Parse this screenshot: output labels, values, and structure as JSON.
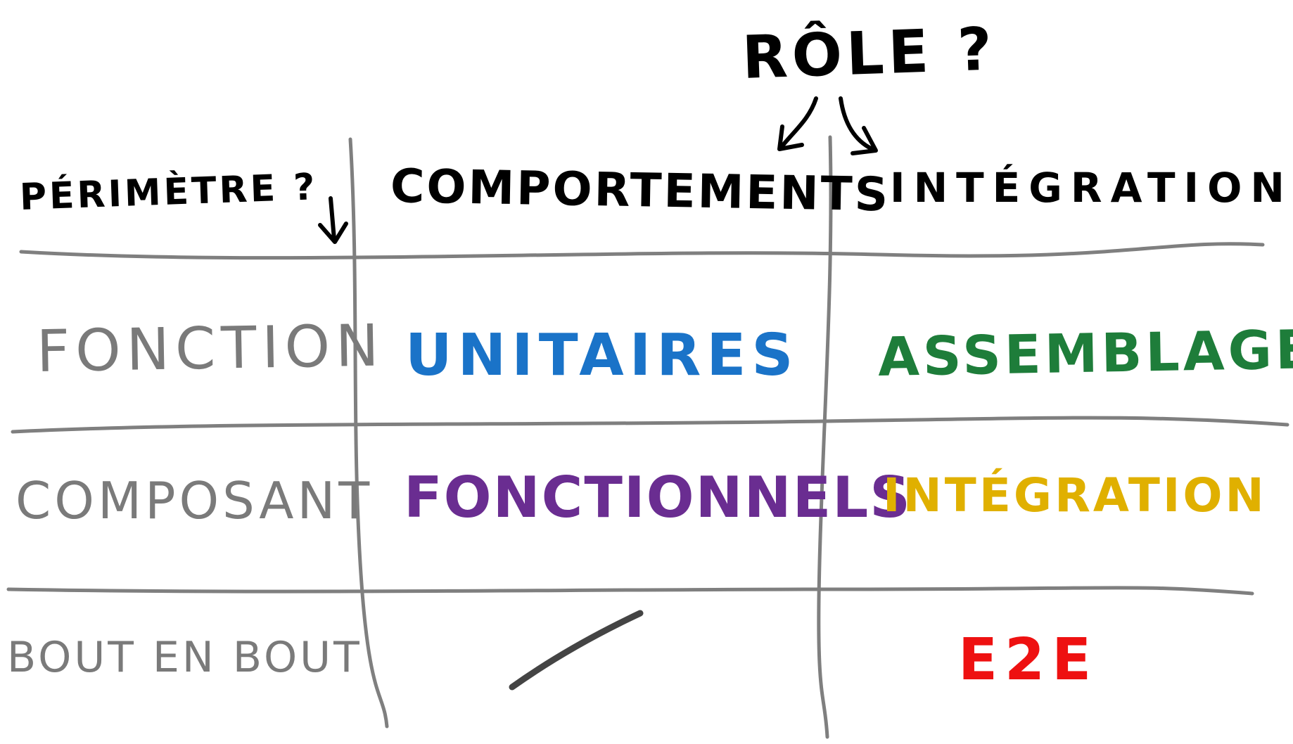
{
  "axes": {
    "role_title": "RÔLE ?",
    "perimeter_title": "PÉRIMÈTRE ?"
  },
  "columns": [
    "COMPORTEMENTS",
    "INTÉGRATION"
  ],
  "rows": [
    "FONCTION",
    "COMPOSANT",
    "BOUT EN BOUT"
  ],
  "cells": [
    {
      "text": "UNITAIRES",
      "color": "#1a73c8"
    },
    {
      "text": "ASSEMBLAGE",
      "color": "#1e7d3a"
    },
    {
      "text": "FONCTIONNELS",
      "color": "#6a2d91"
    },
    {
      "text": "INTÉGRATION",
      "color": "#e0b000"
    },
    {
      "text": "",
      "color": "#444444",
      "icon": "dash-slash-icon"
    },
    {
      "text": "E2E",
      "color": "#ee1111"
    }
  ],
  "colors": {
    "grid": "#7f7f7f",
    "ink": "#000000",
    "row_label": "#7a7a7a"
  }
}
